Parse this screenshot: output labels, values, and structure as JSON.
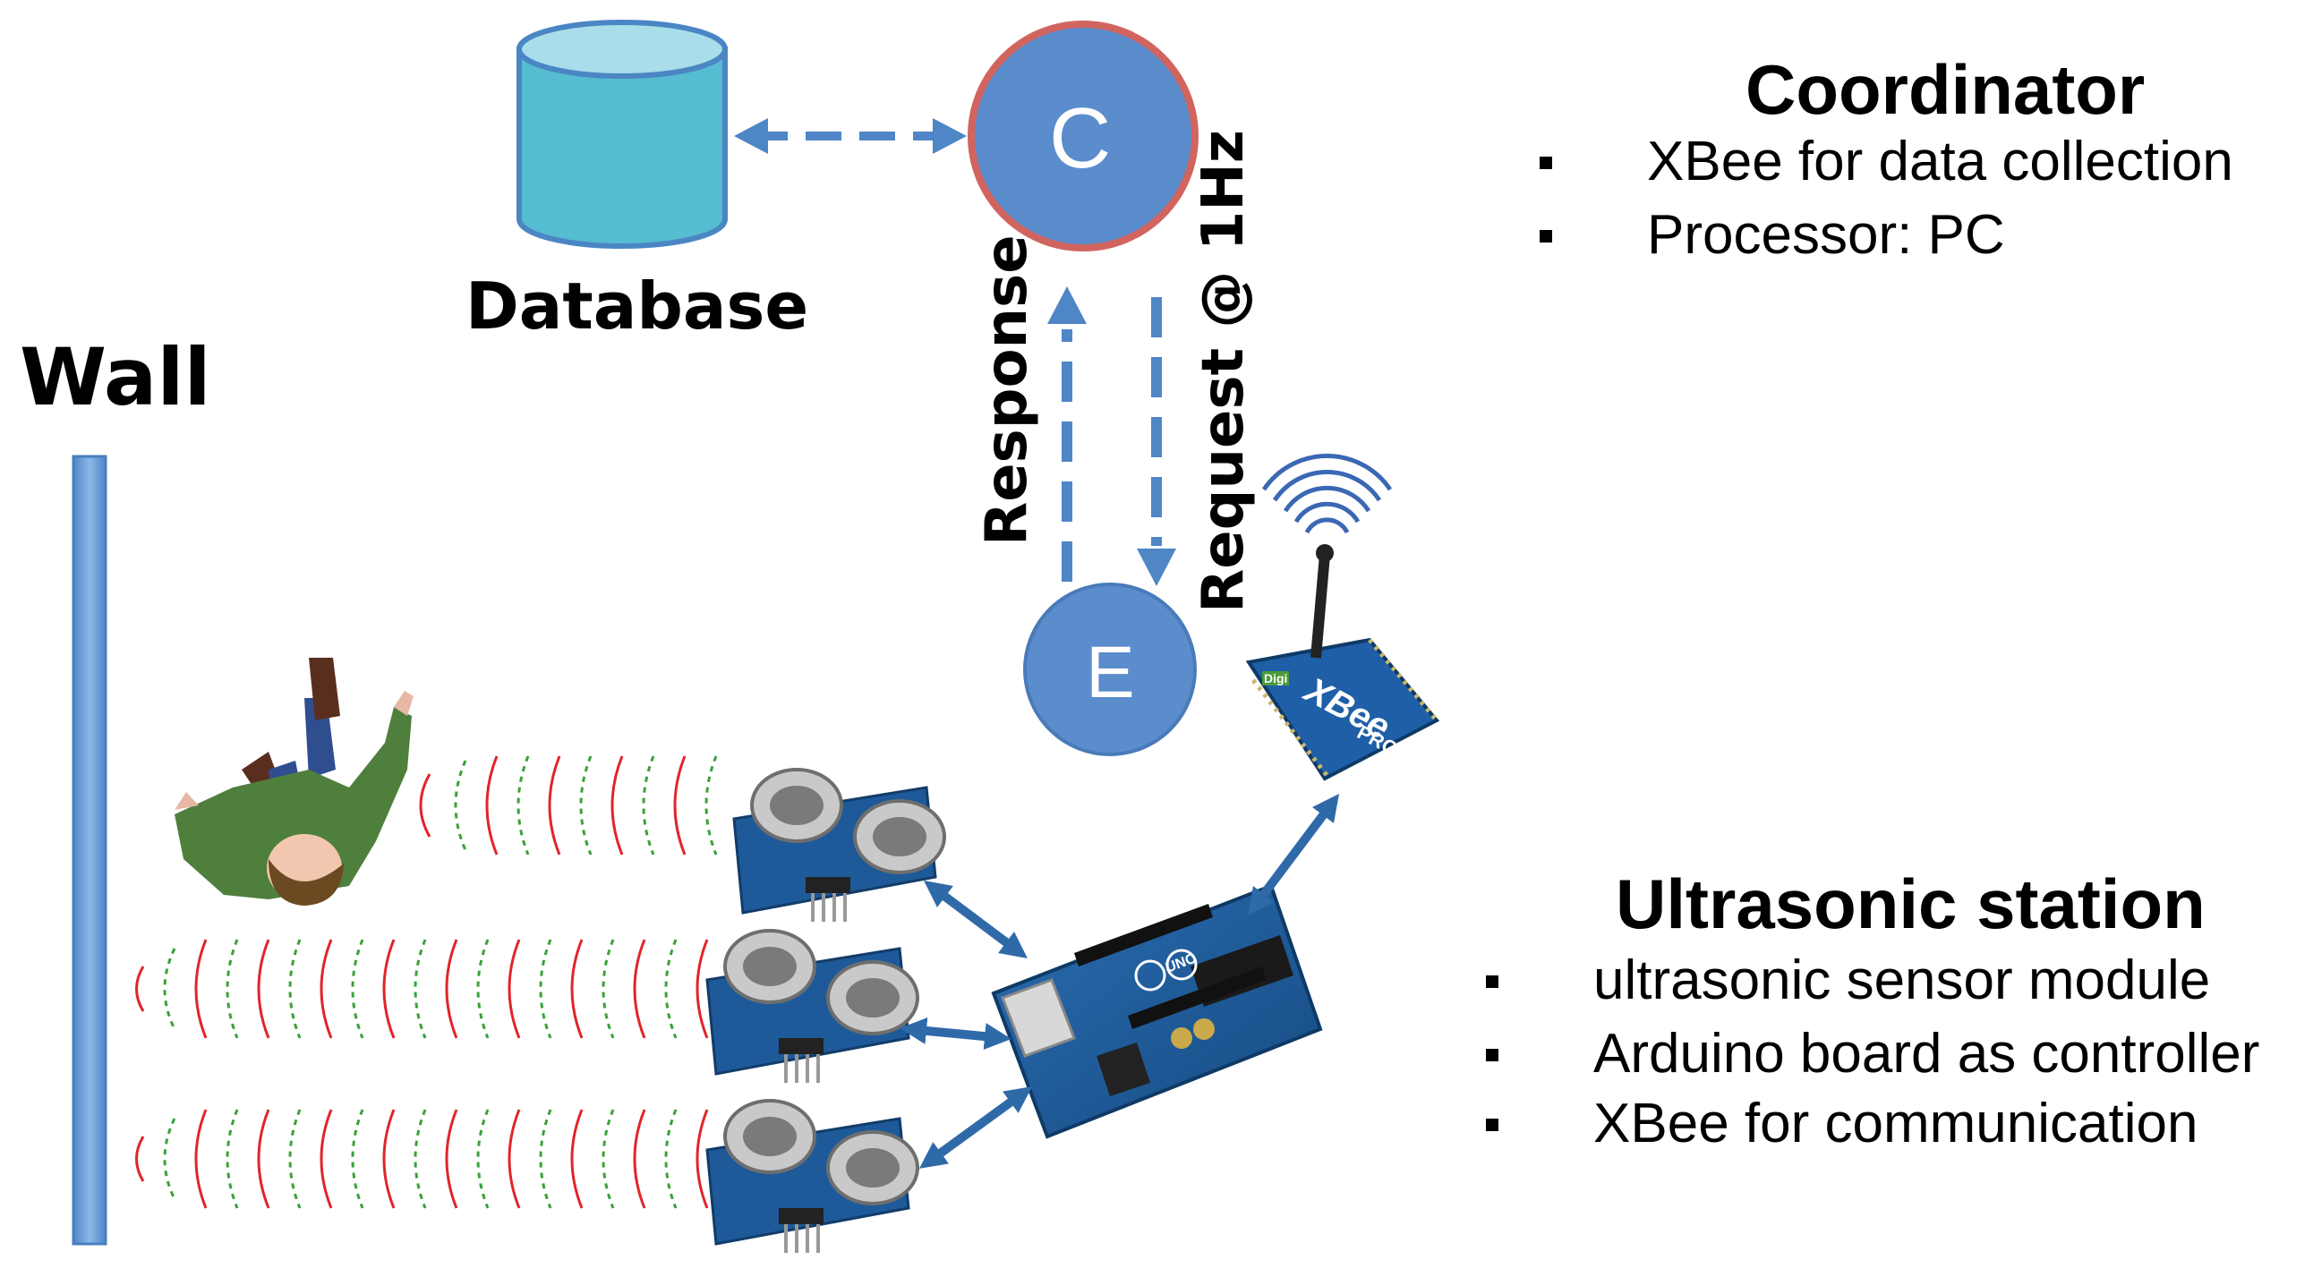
{
  "labels": {
    "database": "Database",
    "wall": "Wall",
    "coordinator_node": "C",
    "endpoint_node": "E",
    "response": "Response",
    "request": "Request @ 1Hz",
    "xbee_brand": "XBee",
    "xbee_model": "PRO",
    "xbee_logo": "Digi",
    "arduino_model": "UNO"
  },
  "coordinator": {
    "title": "Coordinator",
    "items": [
      "XBee for data collection",
      "Processor: PC"
    ]
  },
  "station": {
    "title": "Ultrasonic station",
    "items": [
      "ultrasonic sensor module",
      "Arduino board as controller",
      "XBee for communication"
    ]
  },
  "colors": {
    "node_fill": "#5b8ccc",
    "node_c_ring": "#d2645f",
    "arrow": "#4f86c6",
    "database_fill": "#56bcd1",
    "wall": "#6a9ed6",
    "wave_red": "#e0252a",
    "wave_green": "#3aa13a",
    "board_blue": "#1e5a99",
    "shirt": "#4f7f3c"
  },
  "icons": [
    "database-icon",
    "wall-icon",
    "person-icon",
    "ultrasonic-sensor-icon",
    "arduino-board-icon",
    "xbee-module-icon",
    "wireless-signal-icon"
  ]
}
